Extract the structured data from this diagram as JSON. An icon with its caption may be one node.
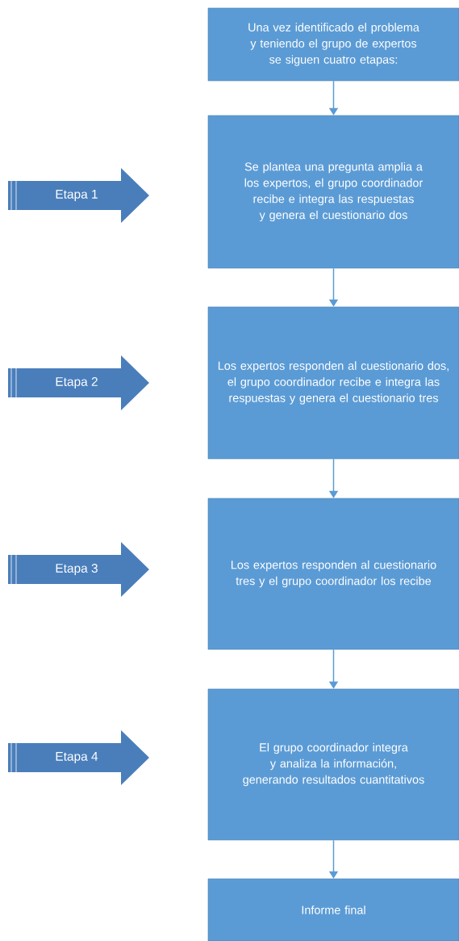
{
  "diagram": {
    "nodes": [
      {
        "text": [
          "Una vez identificado el problema y teniendo el grupo de expertos se siguen cuatro etapas:"
        ]
      },
      {
        "text": [
          "Se plantea una pregunta amplia a los expertos, el grupo coordinador recibe e integra las respuestas y genera el cuestionario dos"
        ]
      },
      {
        "text": [
          "Los expertos responden al cuestionario dos, el grupo coordinador recibe e integra las respuestas y genera el cuestionario tres"
        ]
      },
      {
        "text": [
          "Los expertos responden al cuestionario tres y el grupo coordinador los recibe"
        ]
      },
      {
        "text": [
          "El grupo coordinador integra y analiza la información, generando resultados cuantitativos"
        ]
      },
      {
        "text": [
          "Informe final"
        ]
      },
      {
        "text": [
          "Etapa 1"
        ]
      },
      {
        "text": [
          "Etapa 2"
        ]
      },
      {
        "text": [
          "Etapa 3"
        ]
      },
      {
        "text": [
          "Etapa 4"
        ]
      }
    ],
    "edges": [
      {
        "from": 0,
        "to": 1,
        "arrow": "to"
      },
      {
        "from": 1,
        "to": 2,
        "arrow": "to"
      },
      {
        "from": 2,
        "to": 3,
        "arrow": "to"
      },
      {
        "from": 3,
        "to": 4,
        "arrow": "to"
      },
      {
        "from": 4,
        "to": 5,
        "arrow": "to"
      }
    ]
  }
}
